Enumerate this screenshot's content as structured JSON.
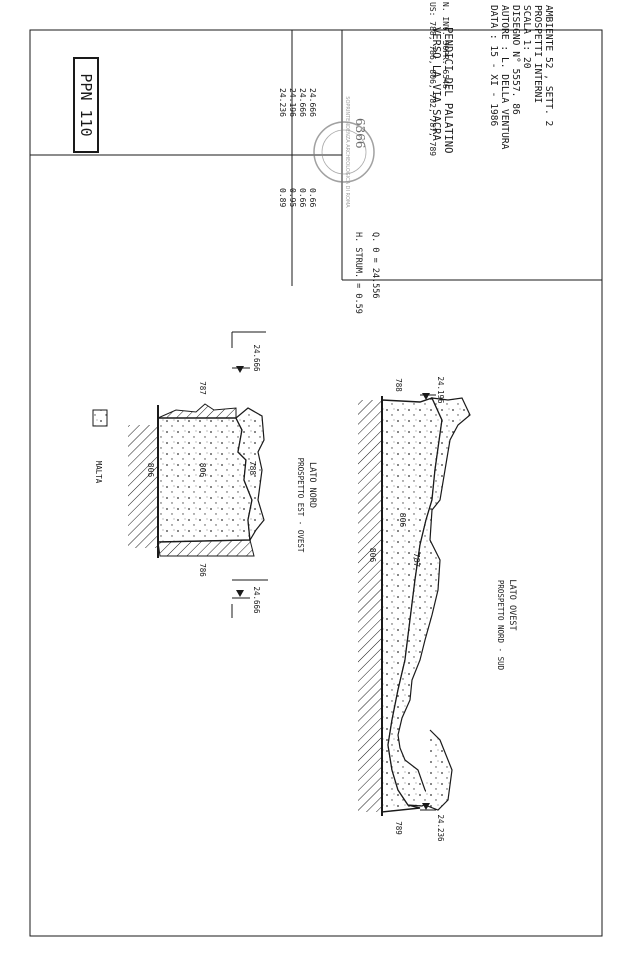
{
  "title_block": {
    "title_lines": [
      "PENDICI DEL PALATINO",
      "VERSO LA VIA SACRA"
    ],
    "info_lines": [
      "AMBIENTE  52 ,  SETT. 2",
      "PROSPETTI INTERNI",
      "SCALA  1: 20",
      "DISEGNO N° 5557. 86",
      "AUTORE : L. DELLA VENTURA",
      "DATA : 15 - XI - 1986"
    ],
    "inventory": "N. INV. SOPR. 6546",
    "us_list": "US: 788, 786, 806, 782, 787, 789",
    "handwritten_number": "6366",
    "stamp_text": "SOPRINTENDENZA ARCHEOLOGICA DI ROMA",
    "sheet_code": "PPN 110",
    "datum": "Q. 0 = 24.556",
    "strum": "H. STRUM. = 0.59",
    "levels": [
      {
        "elev": "24.666",
        "diff": "0.66"
      },
      {
        "elev": "24.666",
        "diff": "0.66"
      },
      {
        "elev": "24.196",
        "diff": "0.95"
      },
      {
        "elev": "24.236",
        "diff": "0.89"
      }
    ]
  },
  "section_ovest": {
    "title": "LATO OVEST",
    "subtitle": "PROSPETTO NORD - SUD",
    "labels": {
      "us_806_left": "806",
      "us_787": "787",
      "us_806_base": "806",
      "us_788": "788",
      "us_789": "789"
    },
    "elev_left": "24.196",
    "elev_right": "24.236"
  },
  "section_nord": {
    "title": "LATO NORD",
    "subtitle": "PROSPETTO EST - OVEST",
    "labels": {
      "us_806_fill": "806",
      "us_788": "788",
      "us_806_base": "806",
      "us_787": "787",
      "us_786": "786"
    },
    "elev_left": "24.666",
    "elev_right": "24.666"
  },
  "legend": {
    "label": "MALTA"
  }
}
